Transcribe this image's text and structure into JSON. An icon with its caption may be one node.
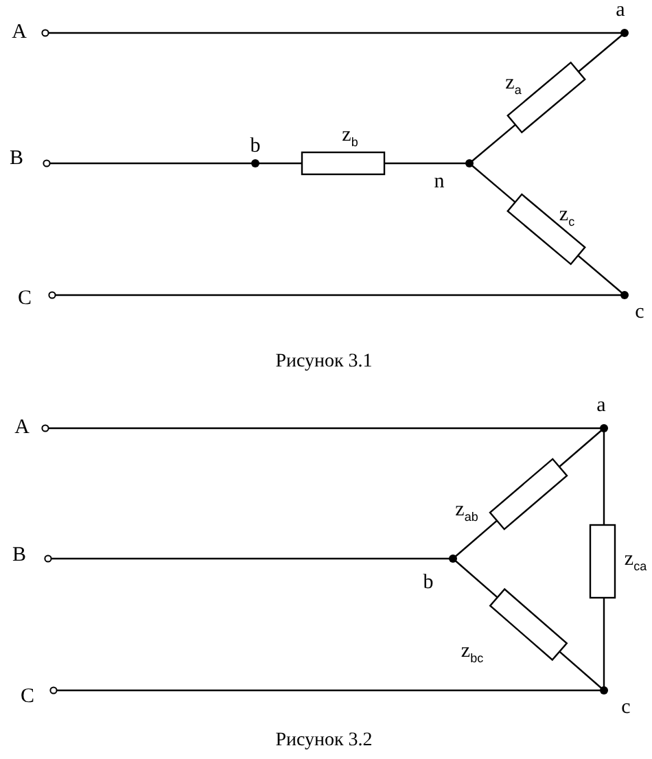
{
  "diagram": {
    "labels": [
      "a",
      "A",
      "z$_{a}$",
      "b",
      "z$_{b}$",
      "B",
      "n",
      "z$_{c}$",
      "C",
      "c",
      "Рисунок 3.1",
      "a",
      "A",
      "z$_{ab}$",
      "B",
      "z$_{ca}$",
      "b",
      "z$_{bc}$",
      "C",
      "c",
      "Рисунок 3.2"
    ]
  }
}
